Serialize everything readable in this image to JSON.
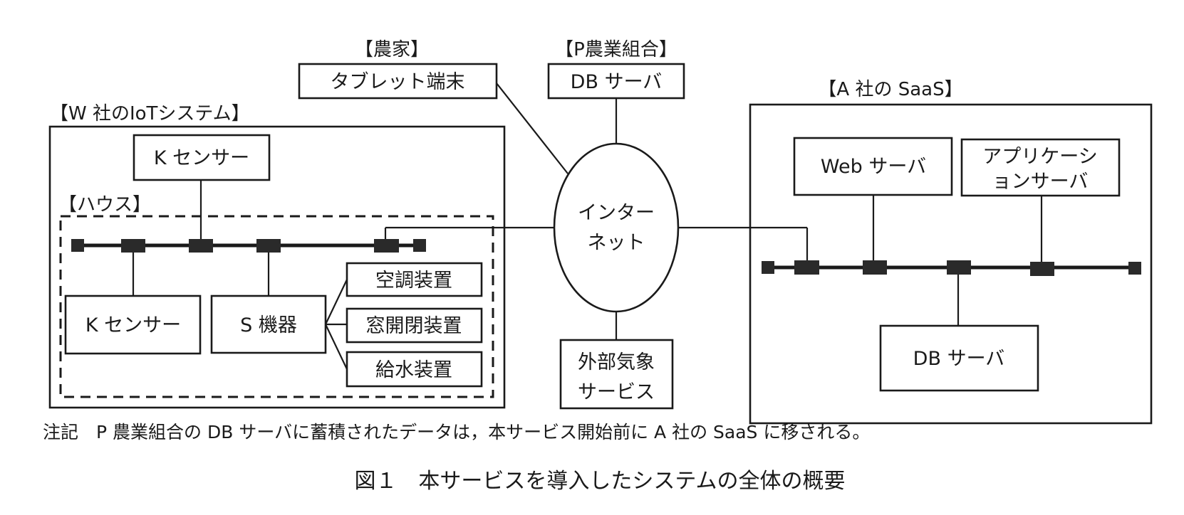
{
  "figure": {
    "caption": "図１　本サービスを導入したシステムの全体の概要",
    "note": "注記　P 農業組合の DB サーバに蓄積されたデータは，本サービス開始前に A 社の SaaS に移される。"
  },
  "farmer": {
    "title": "【農家】",
    "tablet": "タブレット端末"
  },
  "p_coop": {
    "title": "【P農業組合】",
    "db_server": "DB サーバ"
  },
  "internet": {
    "line1": "インター",
    "line2": "ネット"
  },
  "weather": {
    "line1": "外部気象",
    "line2": "サービス"
  },
  "w_iot": {
    "title": "【W 社のIoTシステム】",
    "k_sensor_outside": "K センサー",
    "house": {
      "title": "【ハウス】",
      "k_sensor": "K センサー",
      "s_device": "S 機器",
      "devices": [
        "空調装置",
        "窓開閉装置",
        "給水装置"
      ]
    }
  },
  "a_saas": {
    "title": "【A 社の SaaS】",
    "web_server": "Web サーバ",
    "app_server_line1": "アプリケーシ",
    "app_server_line2": "ョンサーバ",
    "db_server": "DB サーバ"
  }
}
